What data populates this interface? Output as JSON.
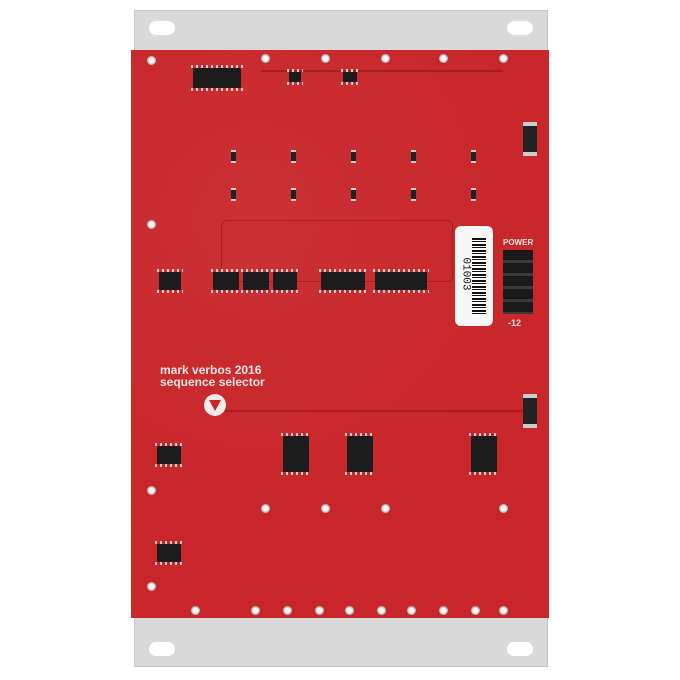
{
  "photo": {
    "subject": "Eurorack module PCB rear view",
    "board_text": {
      "designer_line": "mark verbos 2016",
      "module_line": "sequence selector"
    },
    "barcode_label": "01003",
    "power_header_label": "POWER",
    "power_polarity_label": "-12",
    "colors": {
      "pcb": "#c8262a",
      "panel": "#d9d9d9",
      "silkscreen": "#f2e6e6",
      "ic": "#1c1c1c"
    }
  }
}
